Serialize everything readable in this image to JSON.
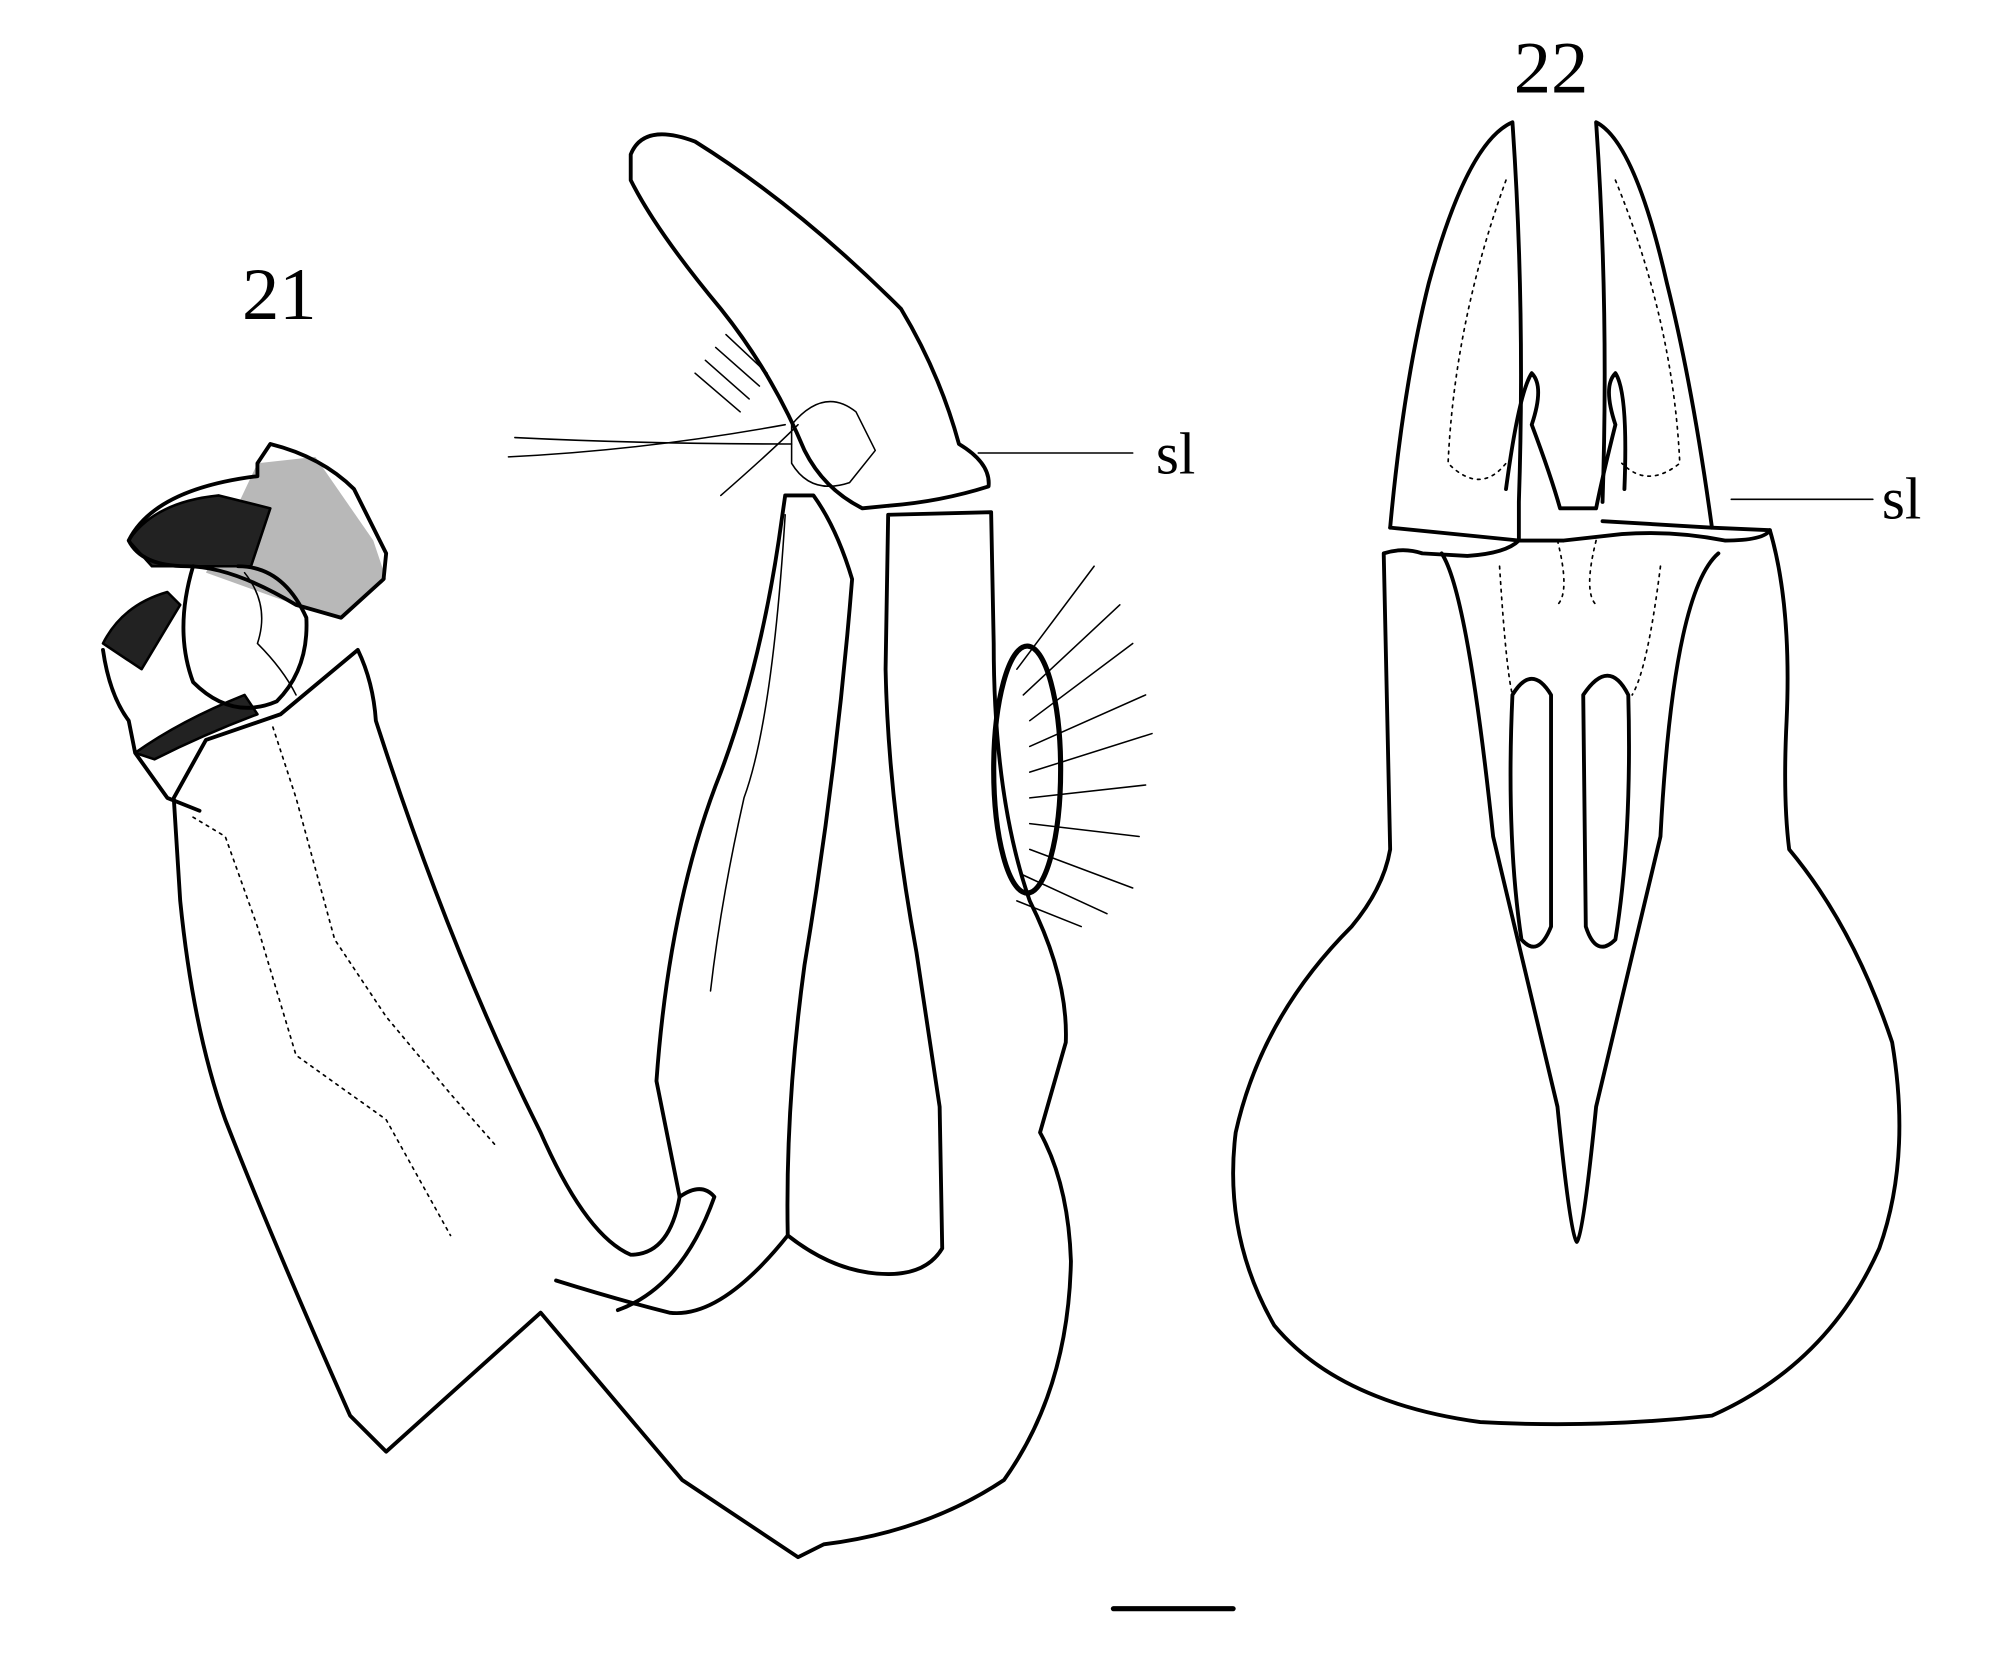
{
  "figures": [
    {
      "number": "21",
      "label_sl": "sl"
    },
    {
      "number": "22",
      "label_sl": "sl"
    }
  ],
  "scale_bar": {
    "label": ""
  }
}
